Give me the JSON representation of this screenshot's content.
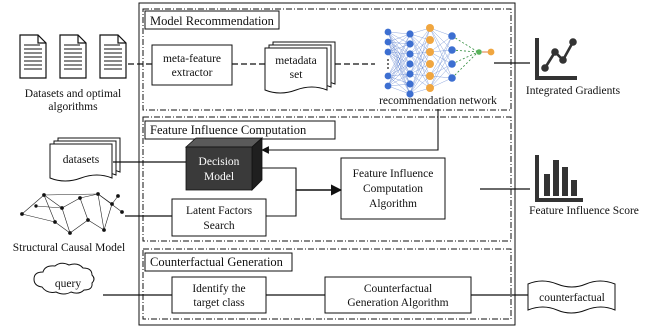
{
  "sections": {
    "model_recommendation": "Model Recommendation",
    "feature_influence": "Feature Influence Computation",
    "counterfactual": "Counterfactual Generation"
  },
  "left": {
    "datasets_optimal_1": "Datasets and optimal",
    "datasets_optimal_2": "algorithms",
    "datasets": "datasets",
    "scm": "Structural Causal Model",
    "query": "query"
  },
  "boxes": {
    "meta_feature_1": "meta-feature",
    "meta_feature_2": "extractor",
    "metadata_1": "metadata",
    "metadata_2": "set",
    "rec_network": "recommendation network",
    "decision_1": "Decision",
    "decision_2": "Model",
    "latent_1": "Latent Factors",
    "latent_2": "Search",
    "fic_1": "Feature Influence",
    "fic_2": "Computation",
    "fic_3": "Algorithm",
    "identify_1": "Identify the",
    "identify_2": "target class",
    "cfgen_1": "Counterfactual",
    "cfgen_2": "Generation Algorithm"
  },
  "right": {
    "integrated_gradients": "Integrated Gradients",
    "feature_influence_score": "Feature Influence Score",
    "counterfactual": "counterfactual"
  },
  "colors": {
    "nn_blue": "#3d6fd1",
    "nn_orange": "#f0a640",
    "nn_green": "#58b35a",
    "cube_front": "#3a3a3a",
    "cube_top": "#5a5a5a",
    "cube_side": "#1f1f1f"
  }
}
